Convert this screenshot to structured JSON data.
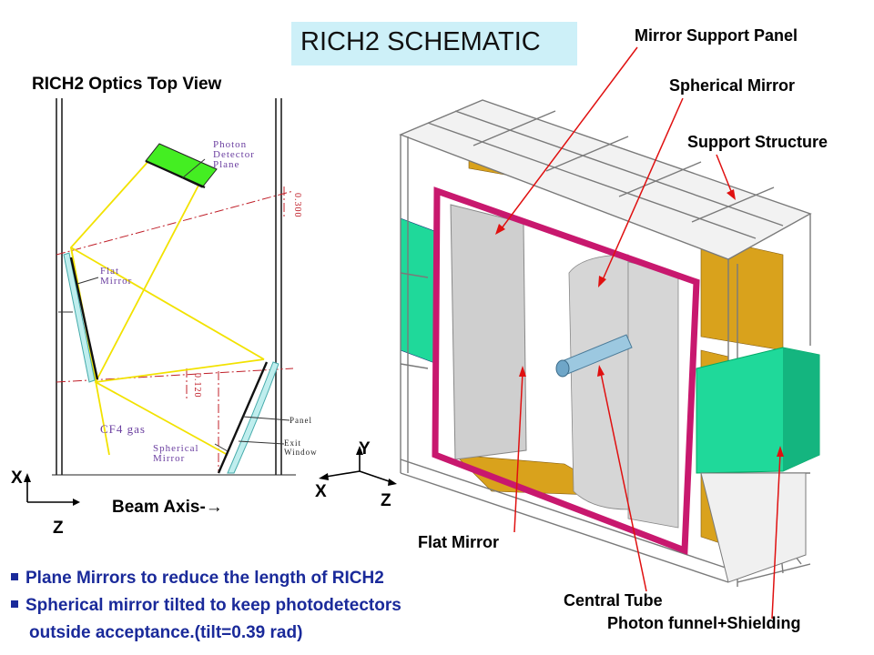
{
  "title": "RICH2 SCHEMATIC",
  "top_view_title": "RICH2 Optics Top View",
  "optics": {
    "photon_detector_plane": [
      "Photon",
      "Detector",
      "Plane"
    ],
    "flat_mirror": [
      "Flat",
      "Mirror"
    ],
    "spherical_mirror": [
      "Spherical",
      "Mirror"
    ],
    "gas": "CF4  gas",
    "panel": "Panel",
    "exit_window": [
      "Exit",
      "Window"
    ],
    "dim_300": "0.300",
    "dim_120": "0.120"
  },
  "axes_left": {
    "x": "X",
    "z": "Z",
    "beam": "Beam Axis-"
  },
  "axes_right": {
    "y": "Y",
    "x": "X",
    "z": "Z"
  },
  "callouts": {
    "mirror_support_panel": "Mirror Support Panel",
    "spherical_mirror": "Spherical Mirror",
    "support_structure": "Support Structure",
    "flat_mirror": "Flat Mirror",
    "central_tube": "Central Tube",
    "photon_funnel": "Photon funnel+Shielding"
  },
  "bullets": [
    "Plane Mirrors to reduce the length of RICH2",
    "Spherical mirror tilted to keep photodetectors",
    "outside acceptance.(tilt=0.39 rad)"
  ],
  "colors": {
    "frame_magenta": "#c8186e",
    "mirror_gray": "#c8c8c8",
    "shield_green": "#1fd99a",
    "gold": "#d9a21c",
    "ray_yellow": "#f2e200",
    "detector_green": "#44ee22",
    "callout_red": "#e01010",
    "bullet_blue": "#1a2a9a",
    "title_bg": "#cdf0f8"
  }
}
